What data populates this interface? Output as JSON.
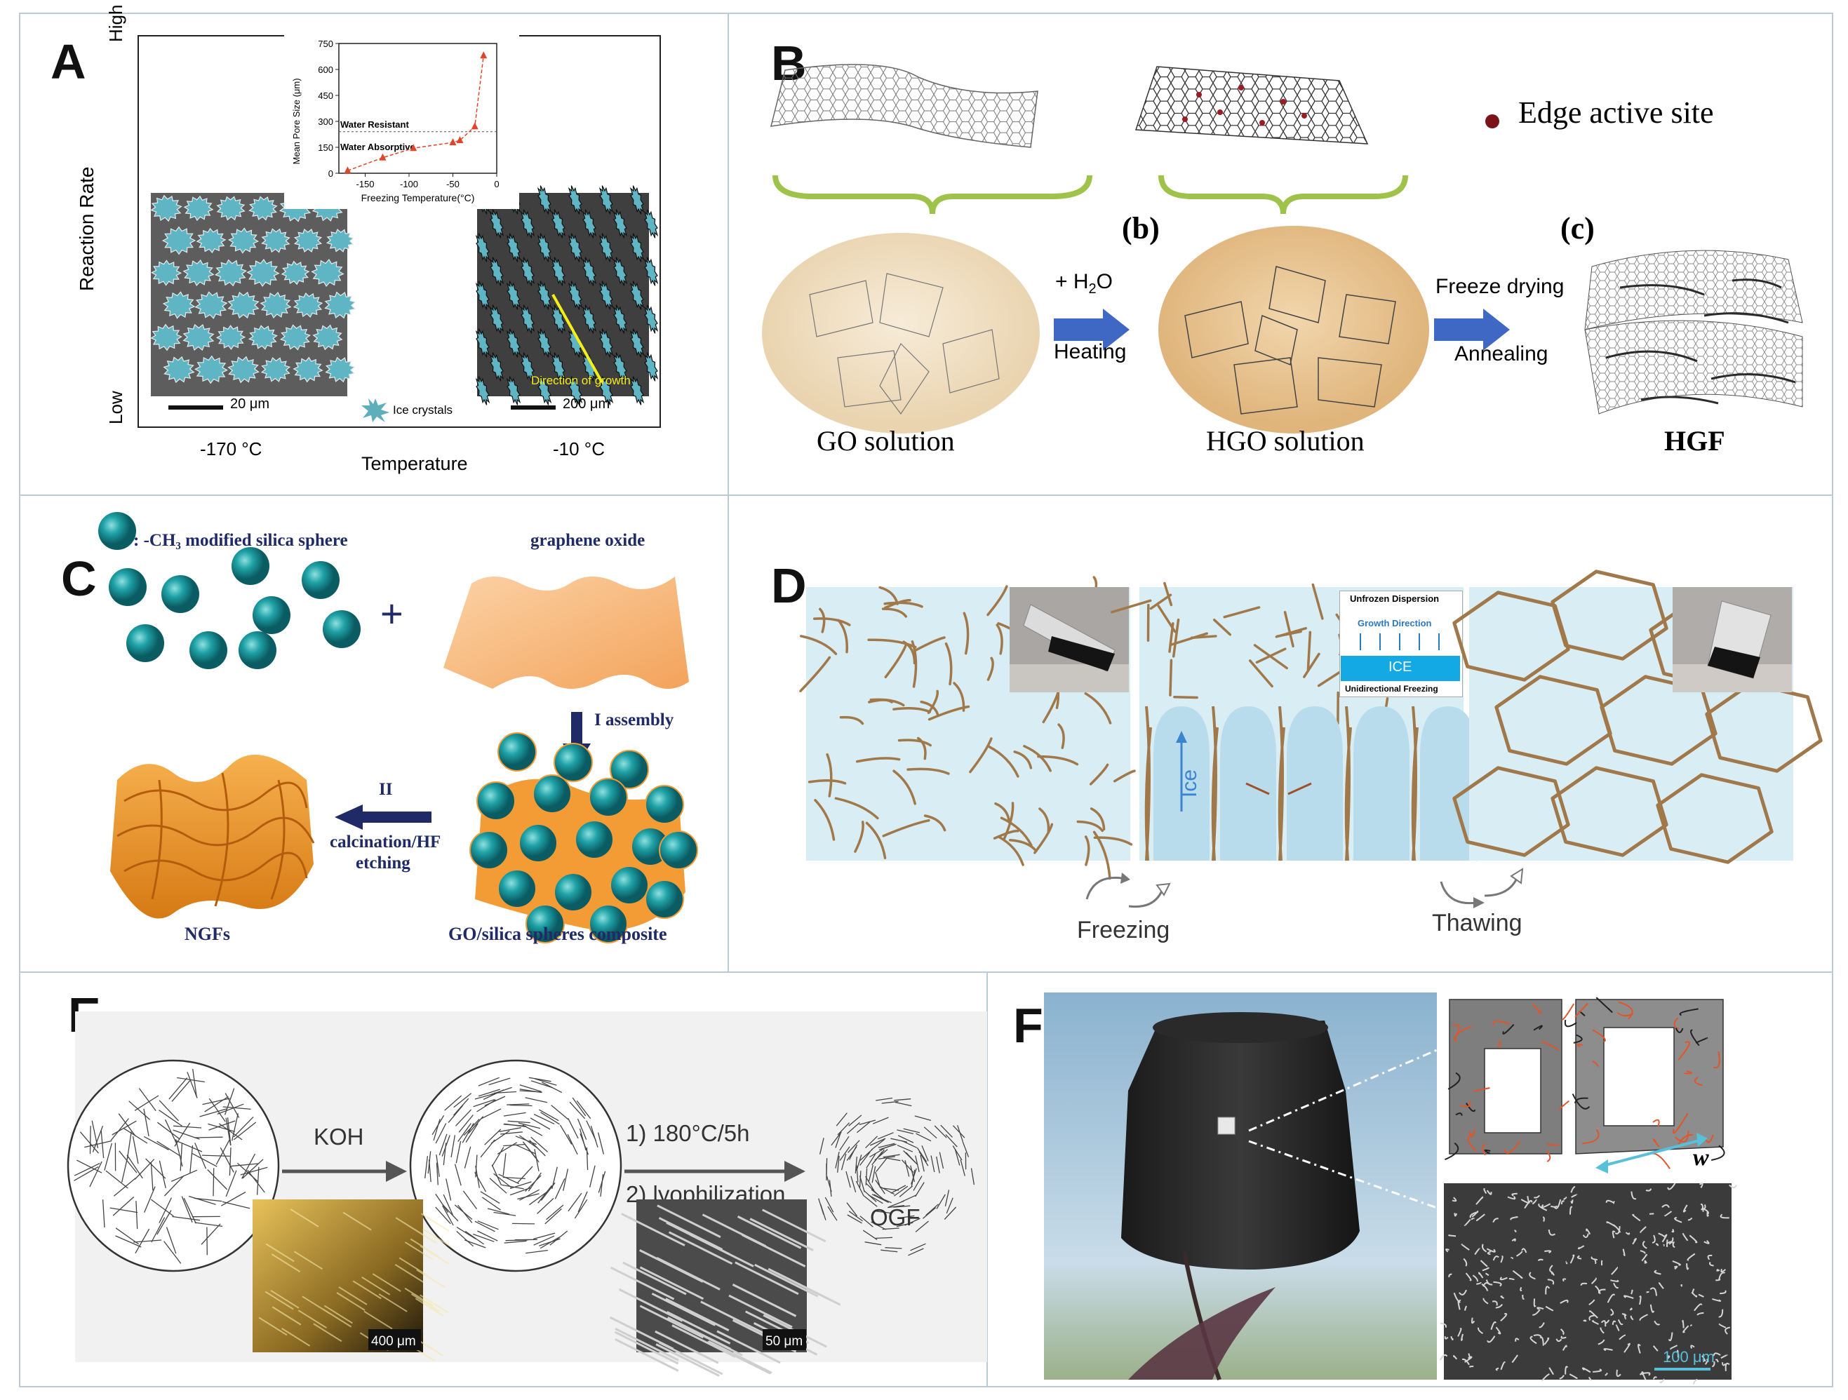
{
  "panelA": {
    "label": "A",
    "y_high": "High",
    "y_low": "Low",
    "y_axis": "Reaction Rate",
    "x_axis": "Temperature",
    "temp_left": "-170 °C",
    "temp_right": "-10 °C",
    "scale_left": "20 μm",
    "scale_right": "200 μm",
    "ice_legend": "Ice crystals",
    "direction": "Direction of growth",
    "inset": {
      "ylabel": "Mean Pore Size (μm)",
      "xlabel": "Freezing  Temperature(°C)",
      "water_resistant": "Water Resistant",
      "water_absorptive": "Water Absorptive",
      "yticks": [
        "0",
        "150",
        "300",
        "450",
        "600",
        "750"
      ],
      "xticks": [
        "-150",
        "-100",
        "-50",
        "0"
      ]
    }
  },
  "chart_data": {
    "type": "line",
    "xlabel": "Freezing  Temperature(°C)",
    "ylabel": "Mean Pore Size (μm)",
    "xlim": [
      -180,
      0
    ],
    "ylim": [
      0,
      750
    ],
    "x": [
      -170,
      -130,
      -95,
      -50,
      -42,
      -25,
      -15
    ],
    "values": [
      15,
      90,
      145,
      178,
      190,
      270,
      680
    ],
    "threshold": 240,
    "color": "#e0452b"
  },
  "panelB": {
    "label": "B",
    "edge_site": "Edge active site",
    "b_mark": "(b)",
    "c_mark": "(c)",
    "arrow1_top": "+ H",
    "arrow1_sub": "2",
    "arrow1_o": "O",
    "arrow1_bottom": "Heating",
    "arrow2_top": "Freeze drying",
    "arrow2_bottom": "Annealing",
    "go": "GO  solution",
    "hgo": "HGO  solution",
    "hgf": "HGF"
  },
  "panelC": {
    "label": "C",
    "sphere_legend": ": -CH₃ modified silica sphere",
    "go": "graphene oxide",
    "plus": "+",
    "step1_num": "I",
    "step1": "assembly",
    "step2_num": "II",
    "step2a": "calcination/HF",
    "step2b": "etching",
    "ngfs": "NGFs",
    "composite": "GO/silica spheres composite"
  },
  "panelD": {
    "label": "D",
    "unfrozen": "Unfrozen Dispersion",
    "growth": "Growth Direction",
    "ice_box": "ICE",
    "unidirectional": "Unidirectional Freezing",
    "ice": "Ice",
    "freezing": "Freezing",
    "thawing": "Thawing"
  },
  "panelE": {
    "label": "E",
    "koh": "KOH",
    "step1": "1) 180°C/5h",
    "step2": "2) lyophilization",
    "ogf": "OGF",
    "scale1": "400 μm",
    "scale2": "50 μm"
  },
  "panelF": {
    "label": "F",
    "w": "w",
    "scale": "100 μm"
  },
  "colors": {
    "border": "#b9ccd6",
    "teal": "#2a9aa1",
    "arrow_blue": "#3f68c4",
    "fiber_brown": "#a0784a",
    "ice_blue": "#d3eaf3",
    "orange": "#f5a04b",
    "navy": "#1f2a66"
  }
}
